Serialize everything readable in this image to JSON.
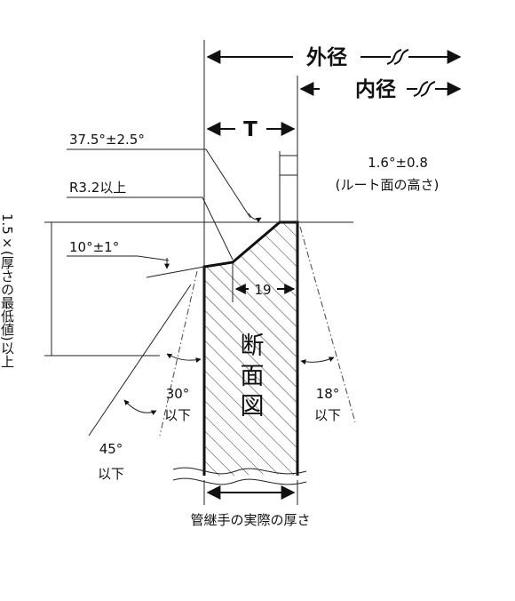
{
  "labels": {
    "outer_diameter": "外径",
    "inner_diameter": "内径",
    "thickness": "T",
    "bevel_angle": "37.5°±2.5°",
    "root_face": "1.6°±0.8",
    "root_face_note": "(ルート面の高さ)",
    "radius": "R3.2以上",
    "taper_angle": "10°±1°",
    "min_height": "1.5×(厚さの最低値)以上",
    "taper_length": "19",
    "section_chars": [
      "断",
      "面",
      "図"
    ],
    "angle_30": "30°",
    "angle_30_sub": "以下",
    "angle_18": "18°",
    "angle_18_sub": "以下",
    "angle_45": "45°",
    "angle_45_sub": "以下",
    "actual_thickness": "管継手の実際の厚さ"
  },
  "colors": {
    "line": "#111111",
    "background": "#ffffff"
  }
}
